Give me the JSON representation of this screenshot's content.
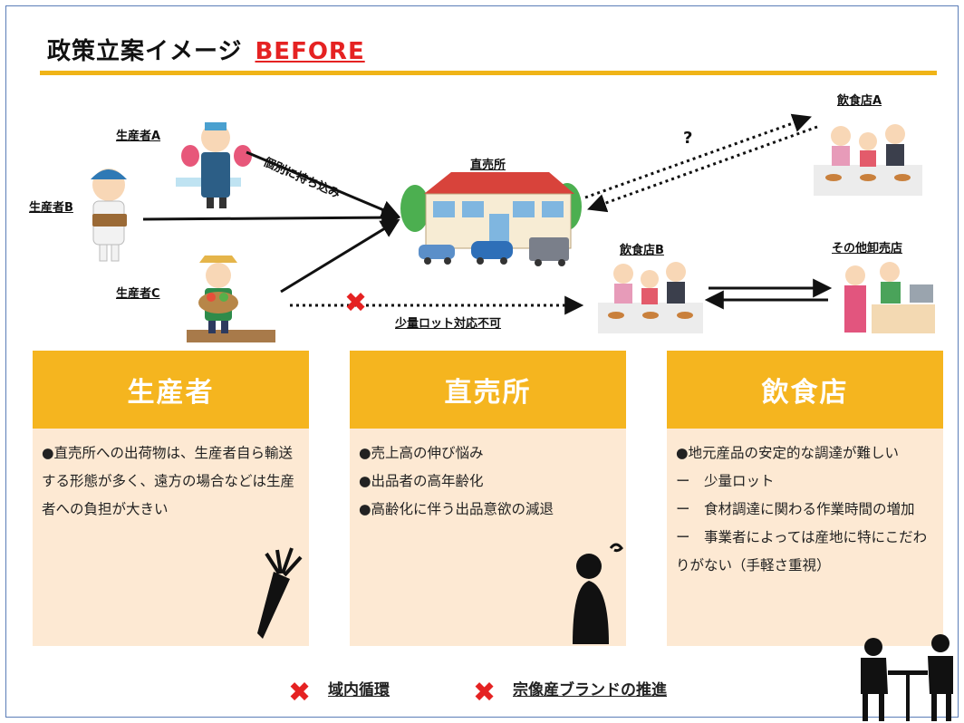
{
  "title": {
    "main": "政策立案イメージ",
    "badge": "BEFORE"
  },
  "diagram": {
    "producer_a": "生産者A",
    "producer_b": "生産者B",
    "producer_c": "生産者C",
    "direct_store": "直売所",
    "restaurant_a": "飲食店A",
    "restaurant_b": "飲食店B",
    "wholesaler": "その他卸売店",
    "individual_delivery": "個別に持ち込み",
    "small_lot": "少量ロット対応不可",
    "question": "?"
  },
  "columns": [
    {
      "header": "生産者",
      "items": [
        "●直売所への出荷物は、生産者自ら輸送する形態が多く、遠方の場合などは生産者への負担が大きい"
      ]
    },
    {
      "header": "直売所",
      "items": [
        "●売上高の伸び悩み",
        "●出品者の高年齢化",
        "●高齢化に伴う出品意欲の減退"
      ]
    },
    {
      "header": "飲食店",
      "items": [
        "●地元産品の安定的な調達が難しい",
        "ー　少量ロット",
        "ー　食材調達に関わる作業時間の増加",
        "ー　事業者によっては産地に特にこだわりがない（手軽さ重視）"
      ]
    }
  ],
  "footer": {
    "item1": "域内循環",
    "item2": "宗像産ブランドの推進"
  },
  "colors": {
    "accent": "#f5b51f",
    "panel": "#fde9d3",
    "alert": "#e52222",
    "frame": "#5b7db8"
  }
}
